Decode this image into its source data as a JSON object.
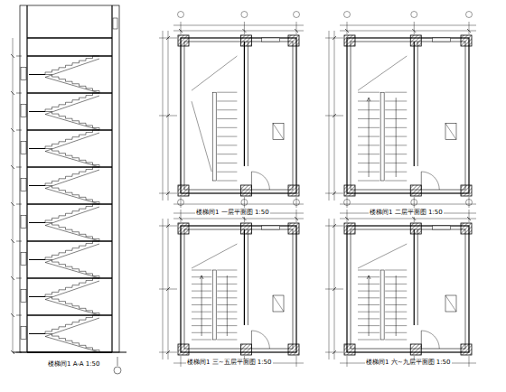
{
  "diagram": {
    "labels": [
      "楼梯间1 A-A 1:50",
      "楼梯间1 一层平面图 1:50",
      "楼梯间1 二层平面图 1:50",
      "楼梯间1 三~五层平面图 1:50",
      "楼梯间1 六~九层平面图 1:50"
    ]
  }
}
